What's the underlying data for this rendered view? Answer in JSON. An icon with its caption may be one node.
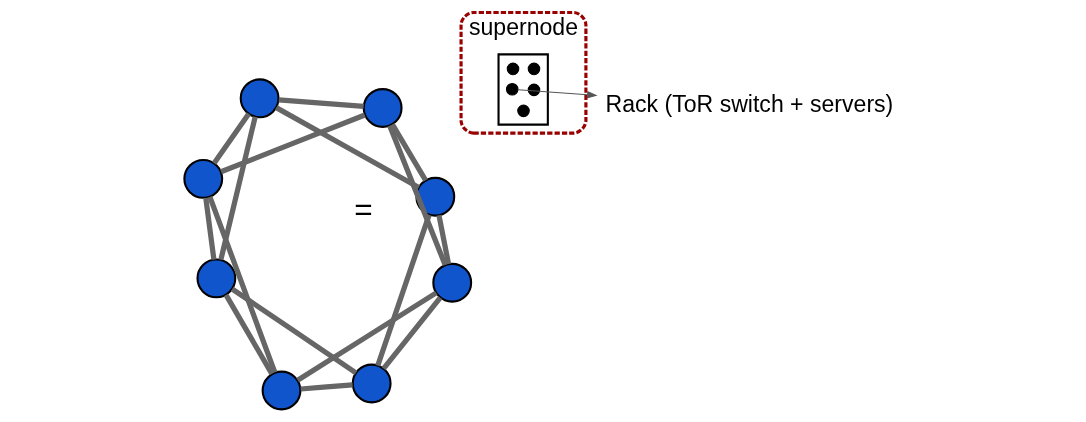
{
  "diagram": {
    "nodes": [
      {
        "text": [
          "supernode"
        ]
      },
      {
        "text": [],
        "shape": "box",
        "in": 0
      },
      {
        "text": [],
        "shape": "circle",
        "in": 1
      },
      {
        "text": [],
        "shape": "circle",
        "in": 1
      },
      {
        "text": [],
        "shape": "circle",
        "in": 1
      },
      {
        "text": [],
        "shape": "circle",
        "in": 1
      },
      {
        "text": [],
        "shape": "circle",
        "in": 1
      },
      {
        "text": [
          "Rack (ToR switch + servers)"
        ]
      },
      {
        "text": [],
        "shape": "circle"
      },
      {
        "text": [],
        "shape": "circle"
      },
      {
        "text": [],
        "shape": "circle"
      },
      {
        "text": [],
        "shape": "circle"
      },
      {
        "text": [],
        "shape": "circle"
      },
      {
        "text": [],
        "shape": "circle"
      },
      {
        "text": [],
        "shape": "circle"
      },
      {
        "text": [],
        "shape": "circle"
      }
    ],
    "edges": [
      {
        "from": 6,
        "to": 7,
        "arrow": "to"
      },
      {
        "from": 8,
        "to": 9,
        "arrow": "none"
      },
      {
        "from": 9,
        "to": 10,
        "arrow": "none"
      },
      {
        "from": 10,
        "to": 11,
        "arrow": "none"
      },
      {
        "from": 11,
        "to": 12,
        "arrow": "none"
      },
      {
        "from": 12,
        "to": 13,
        "arrow": "none"
      },
      {
        "from": 13,
        "to": 14,
        "arrow": "none"
      },
      {
        "from": 14,
        "to": 15,
        "arrow": "none"
      },
      {
        "from": 15,
        "to": 8,
        "arrow": "none"
      },
      {
        "from": 8,
        "to": 10,
        "arrow": "none"
      },
      {
        "from": 9,
        "to": 15,
        "arrow": "none"
      },
      {
        "from": 9,
        "to": 11,
        "arrow": "none"
      },
      {
        "from": 8,
        "to": 14,
        "arrow": "none"
      },
      {
        "from": 15,
        "to": 13,
        "arrow": "none"
      },
      {
        "from": 10,
        "to": 12,
        "arrow": "none"
      },
      {
        "from": 14,
        "to": 12,
        "arrow": "none"
      },
      {
        "from": 11,
        "to": 13,
        "arrow": "none"
      }
    ],
    "labels": [
      "="
    ]
  }
}
